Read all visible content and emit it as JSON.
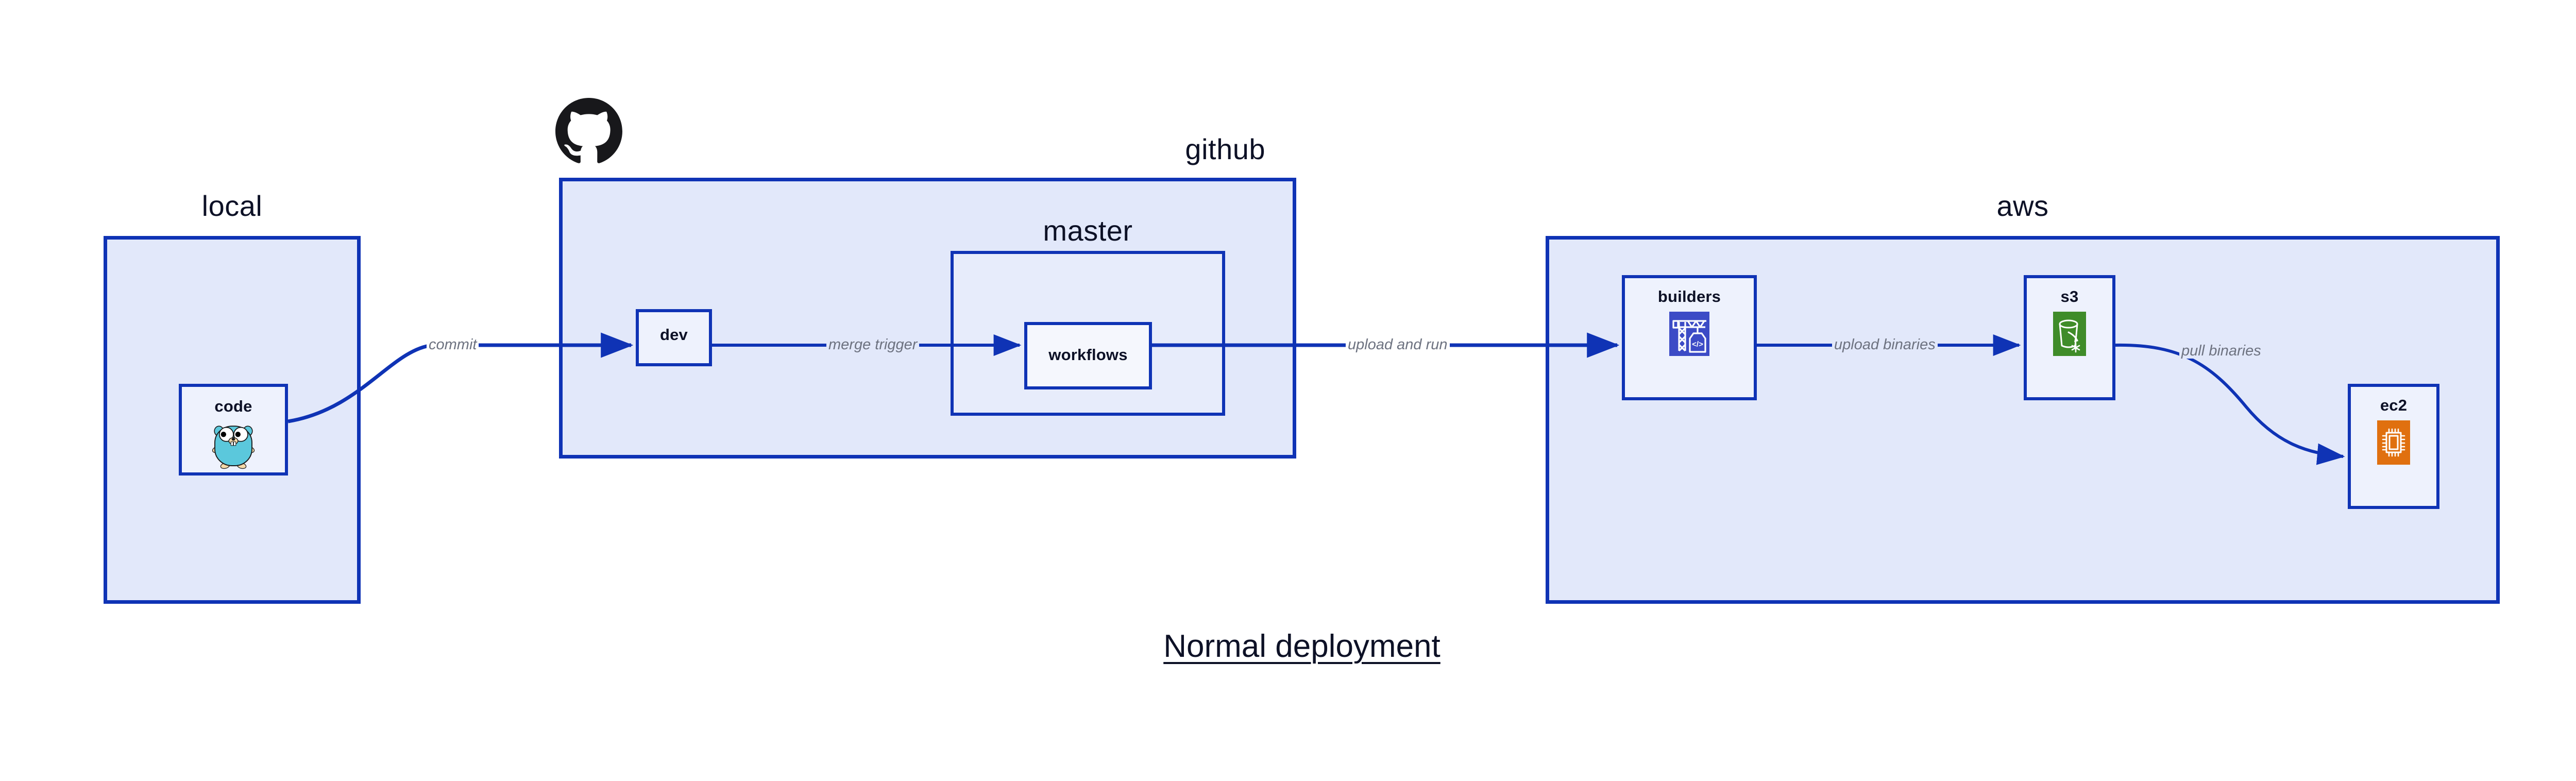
{
  "figure": {
    "title": "Normal deployment",
    "background_color": "#ffffff",
    "accent_color": "#0f33b5",
    "container_fill": "#e2e8fa",
    "node_fill": "#eef2fd",
    "label_color": "#0d1126",
    "edge_label_color": "#6d7280"
  },
  "containers": [
    {
      "id": "local",
      "label": "local",
      "nodes": [
        "code"
      ]
    },
    {
      "id": "github",
      "label": "github",
      "has_logo": true,
      "logo_icon": "github-octocat-icon",
      "nodes": [
        "dev"
      ],
      "sub_containers": [
        "master"
      ]
    },
    {
      "id": "master",
      "label": "master",
      "nodes": [
        "workflows"
      ]
    },
    {
      "id": "aws",
      "label": "aws",
      "nodes": [
        "builders",
        "s3",
        "ec2"
      ]
    }
  ],
  "nodes": [
    {
      "id": "code",
      "label": "code",
      "icon": "go-gopher-icon",
      "icon_colors": {
        "body": "#5bc8dc",
        "limb": "#f5d9a8",
        "outline": "#1a1a1a",
        "eye": "#ffffff",
        "pupil": "#000000"
      }
    },
    {
      "id": "dev",
      "label": "dev",
      "icon": null
    },
    {
      "id": "workflows",
      "label": "workflows",
      "icon": null
    },
    {
      "id": "builders",
      "label": "builders",
      "icon": "aws-codebuild-crane-icon",
      "icon_colors": {
        "tile": "#3c4bc6",
        "glyph": "#ffffff"
      }
    },
    {
      "id": "s3",
      "label": "s3",
      "icon": "aws-s3-glacier-bucket-icon",
      "icon_colors": {
        "tile": "#3f8c29",
        "glyph": "#ffffff"
      }
    },
    {
      "id": "ec2",
      "label": "ec2",
      "icon": "aws-ec2-chip-icon",
      "icon_colors": {
        "tile": "#e0700f",
        "glyph": "#ffffff"
      }
    }
  ],
  "edges": [
    {
      "id": "commit",
      "label": "commit",
      "from": "code",
      "to": "dev",
      "style": "curved"
    },
    {
      "id": "merge-trigger",
      "label": "merge trigger",
      "from": "dev",
      "to": "workflows",
      "style": "straight"
    },
    {
      "id": "upload-and-run",
      "label": "upload and run",
      "from": "workflows",
      "to": "builders",
      "style": "straight"
    },
    {
      "id": "upload-binaries",
      "label": "upload binaries",
      "from": "builders",
      "to": "s3",
      "style": "straight"
    },
    {
      "id": "pull-binaries",
      "label": "pull binaries",
      "from": "s3",
      "to": "ec2",
      "style": "curved"
    }
  ]
}
